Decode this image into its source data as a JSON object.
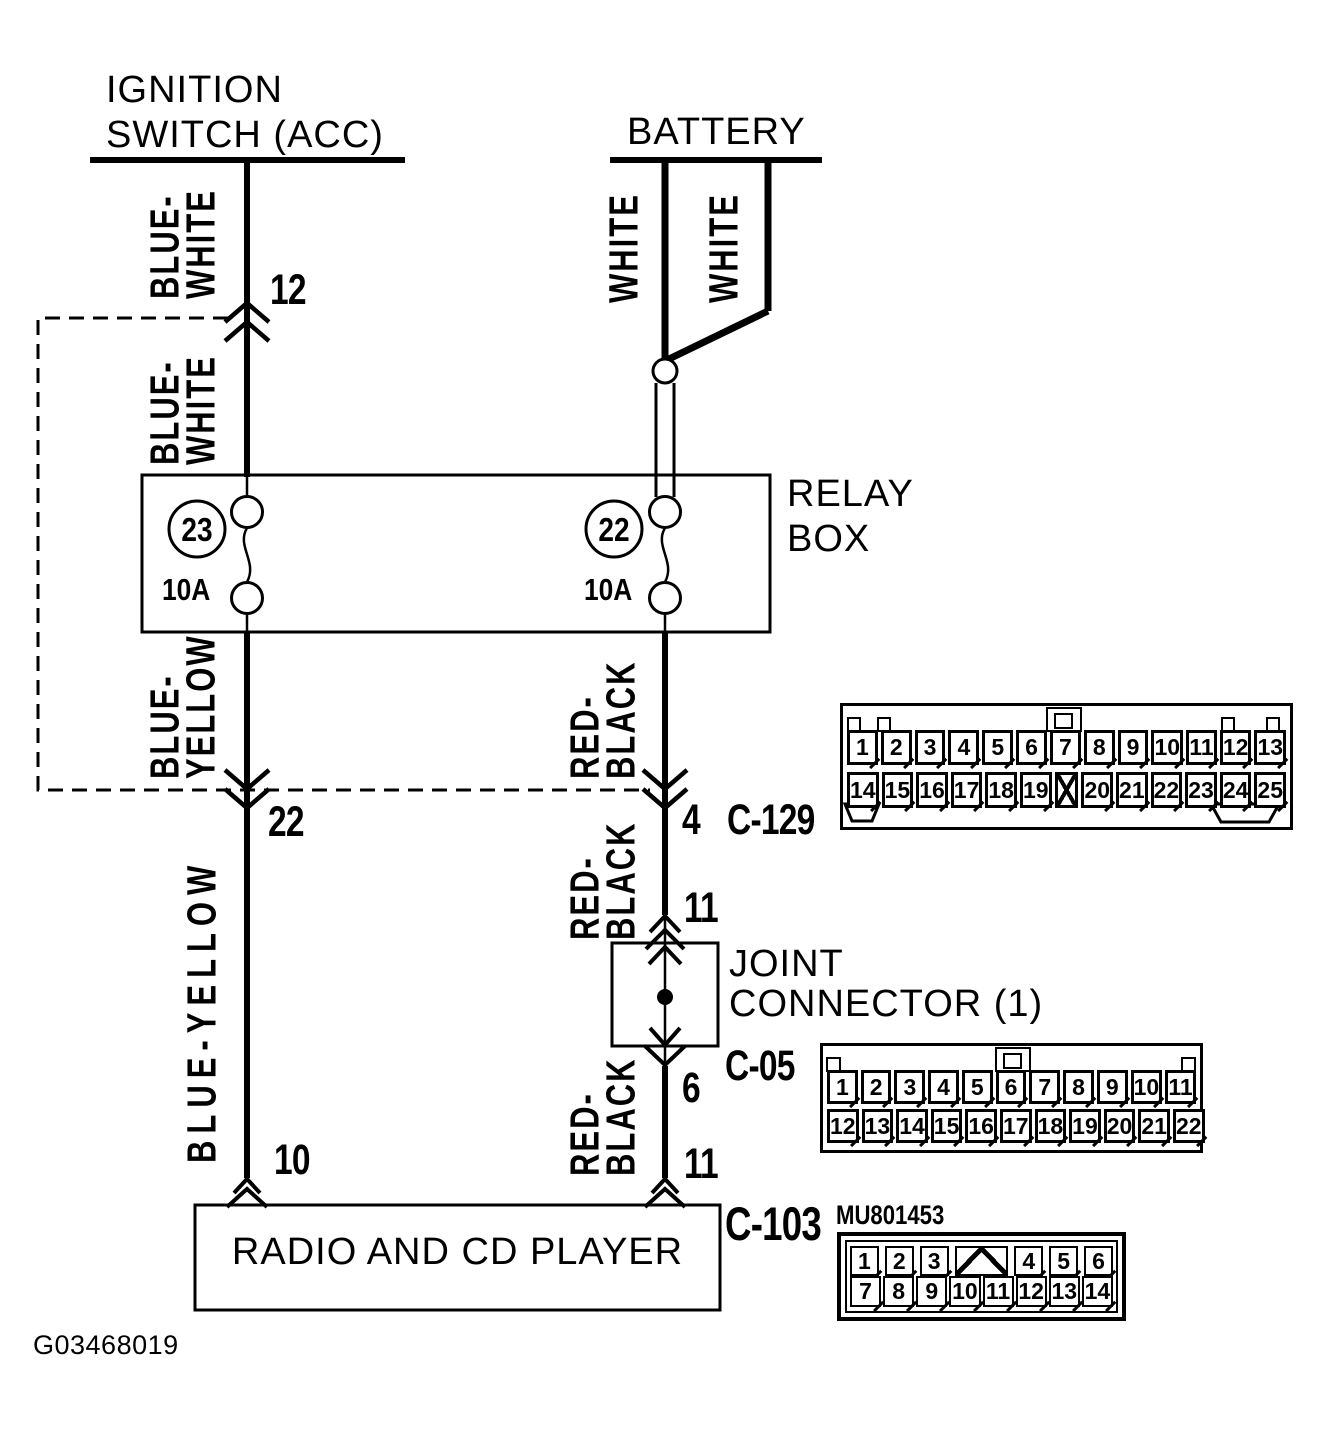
{
  "figure_id": "G03468019",
  "components": {
    "ignition_switch": "IGNITION\nSWITCH (ACC)",
    "battery": "BATTERY",
    "relay_box": "RELAY\nBOX",
    "joint_connector": "JOINT\nCONNECTOR (1)",
    "radio": "RADIO AND CD PLAYER"
  },
  "fuses": {
    "left": {
      "number": "23",
      "rating": "10A"
    },
    "right": {
      "number": "22",
      "rating": "10A"
    }
  },
  "wire_colors": {
    "blue_white_upper": {
      "l1": "BLUE-",
      "l2": "WHITE"
    },
    "blue_white_lower": {
      "l1": "BLUE-",
      "l2": "WHITE"
    },
    "white_left": "WHITE",
    "white_right": "WHITE",
    "blue_yellow_upper": {
      "l1": "BLUE-",
      "l2": "YELLOW"
    },
    "blue_yellow_long": "BLUE-YELLOW",
    "red_black_upper": {
      "l1": "RED-",
      "l2": "BLACK"
    },
    "red_black_mid": {
      "l1": "RED-",
      "l2": "BLACK"
    },
    "red_black_lower": {
      "l1": "RED-",
      "l2": "BLACK"
    }
  },
  "pins": {
    "ignition_out": "12",
    "left_c129": "22",
    "right_c129": "4",
    "joint_in": "11",
    "joint_out": "6",
    "radio_left": "10",
    "radio_right": "11"
  },
  "connectors": {
    "c129": {
      "name": "C-129",
      "row1": [
        "1",
        "2",
        "3",
        "4",
        "5",
        "6",
        "7",
        "8",
        "9",
        "10",
        "11",
        "12",
        "13"
      ],
      "row2": [
        "14",
        "15",
        "16",
        "17",
        "18",
        "19",
        "X",
        "20",
        "21",
        "22",
        "23",
        "24",
        "25"
      ]
    },
    "c05": {
      "name": "C-05",
      "row1": [
        "1",
        "2",
        "3",
        "4",
        "5",
        "6",
        "7",
        "8",
        "9",
        "10",
        "11"
      ],
      "row2": [
        "12",
        "13",
        "14",
        "15",
        "16",
        "17",
        "18",
        "19",
        "20",
        "21",
        "22"
      ]
    },
    "c103": {
      "name": "C-103",
      "part_number": "MU801453",
      "row1": [
        "1",
        "2",
        "3",
        "V",
        "4",
        "5",
        "6"
      ],
      "row2": [
        "7",
        "8",
        "9",
        "10",
        "11",
        "12",
        "13",
        "14"
      ]
    }
  }
}
